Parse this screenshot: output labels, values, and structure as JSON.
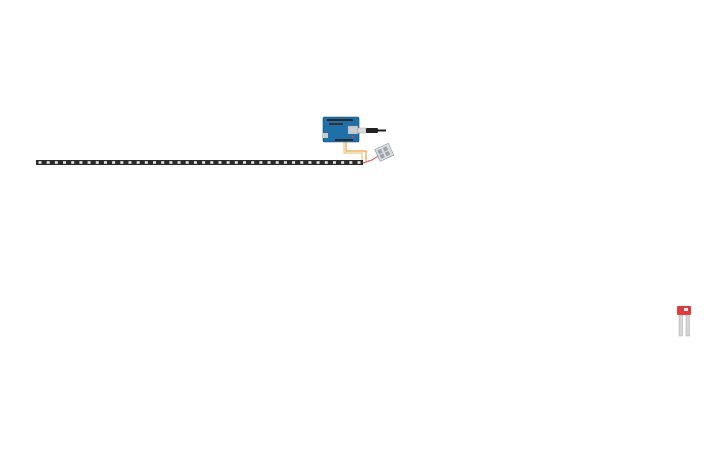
{
  "canvas": {
    "background": "#ffffff",
    "components": [
      {
        "name": "arduino-uno",
        "color": "#1f6fa8"
      },
      {
        "name": "usb-cable",
        "color": "#222222"
      },
      {
        "name": "led-strip",
        "color": "#2b2b2b",
        "led_count": 40
      },
      {
        "name": "sensor-module",
        "color": "#d8dee0"
      },
      {
        "name": "soil-moisture-sensor",
        "color": "#e03a3a"
      }
    ],
    "wire_colors": [
      "#f0a040",
      "#e0c070",
      "#e06060"
    ]
  }
}
